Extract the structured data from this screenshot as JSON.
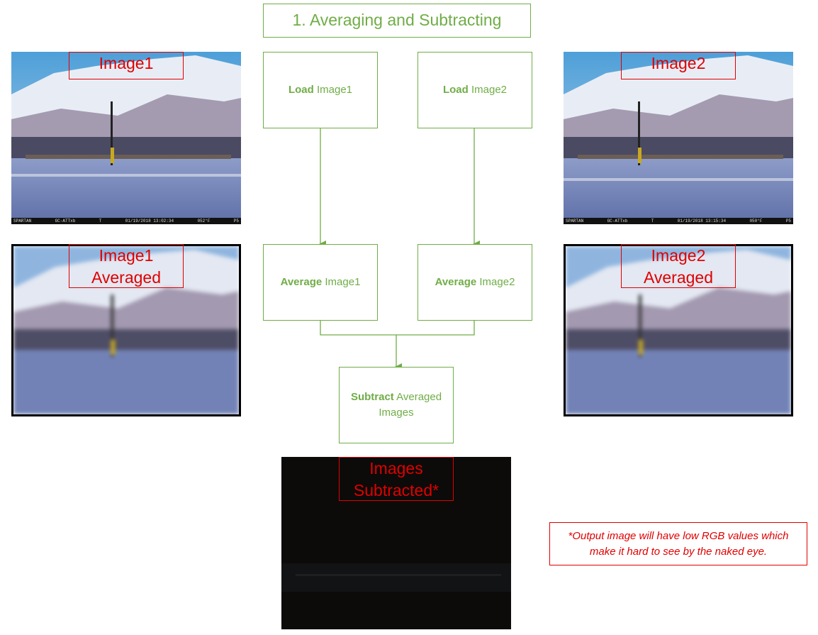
{
  "title": "1. Averaging and Subtracting",
  "steps": {
    "load1": {
      "bold": "Load",
      "rest": " Image1"
    },
    "load2": {
      "bold": "Load",
      "rest": " Image2"
    },
    "avg1": {
      "bold": "Average",
      "rest": " Image1"
    },
    "avg2": {
      "bold": "Average",
      "rest": " Image2"
    },
    "subtract": {
      "bold": "Subtract",
      "rest": " Averaged Images"
    }
  },
  "labels": {
    "image1": "Image1",
    "image2": "Image2",
    "image1_avg_line1": "Image1",
    "image1_avg_line2": "Averaged",
    "image2_avg_line1": "Image2",
    "image2_avg_line2": "Averaged",
    "subtracted_line1": "Images",
    "subtracted_line2": "Subtracted*"
  },
  "camera_strip": {
    "image1": {
      "brand": "SPARTAN",
      "id": "GC-ATTxb",
      "flag": "T",
      "datetime": "01/19/2018 13:02:34",
      "temp": "052°F",
      "page": "P5"
    },
    "image2": {
      "brand": "SPARTAN",
      "id": "GC-ATTxb",
      "flag": "T",
      "datetime": "01/19/2018 13:15:34",
      "temp": "050°F",
      "page": "P5"
    }
  },
  "note": "*Output image will have low RGB values which make it hard to see by the naked eye.",
  "colors": {
    "flow": "#70ad47",
    "label": "#e00000"
  }
}
